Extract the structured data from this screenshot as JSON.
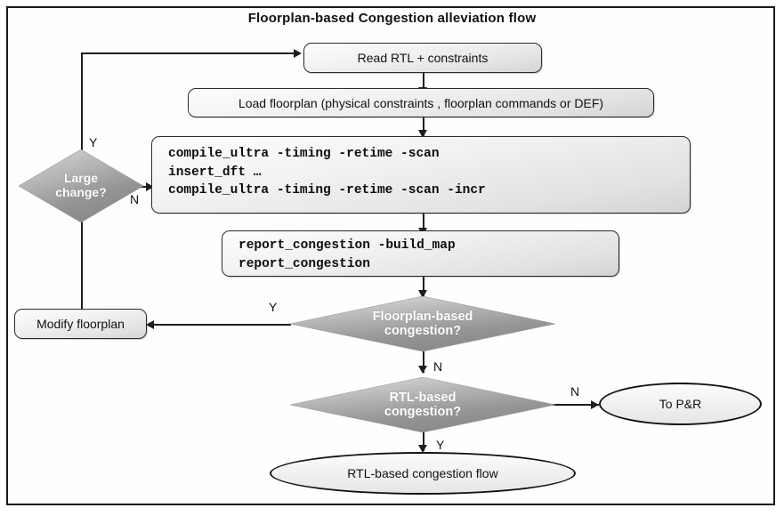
{
  "diagram": {
    "title": "Floorplan-based Congestion alleviation flow",
    "type": "flowchart",
    "frame": {
      "border_color": "#1a1a1a",
      "background": "#ffffff"
    },
    "palette": {
      "box_fill_light": "#fdfdfd",
      "box_fill_dark": "#d4d4d4",
      "box_border": "#2b2b2b",
      "diamond_fill_light": "#d8d8d8",
      "diamond_fill_dark": "#8d8d8d",
      "diamond_text": "#ffffff",
      "line_color": "#1d1d1d",
      "text_color": "#111111"
    },
    "nodes": {
      "read_rtl": {
        "shape": "rounded-rect",
        "label": "Read RTL + constraints"
      },
      "load_floorplan": {
        "shape": "rounded-rect",
        "label": "Load floorplan (physical constraints , floorplan commands or DEF)"
      },
      "compile_block": {
        "shape": "rounded-rect",
        "lines": [
          "compile_ultra -timing -retime -scan",
          "insert_dft …",
          "compile_ultra -timing -retime -scan -incr"
        ]
      },
      "report_block": {
        "shape": "rounded-rect",
        "lines": [
          "report_congestion -build_map",
          "report_congestion"
        ]
      },
      "large_change": {
        "shape": "diamond",
        "lines": [
          "Large",
          "change?"
        ]
      },
      "modify_floorplan": {
        "shape": "rounded-rect",
        "label": "Modify floorplan"
      },
      "floorplan_congestion": {
        "shape": "diamond",
        "lines": [
          "Floorplan-based",
          "congestion?"
        ]
      },
      "rtl_congestion": {
        "shape": "diamond",
        "lines": [
          "RTL-based",
          "congestion?"
        ]
      },
      "to_pnr": {
        "shape": "ellipse",
        "label": "To P&R"
      },
      "rtl_flow": {
        "shape": "ellipse",
        "label": "RTL-based congestion flow"
      }
    },
    "edge_labels": {
      "large_change_yes": "Y",
      "large_change_no": "N",
      "floorplan_congestion_yes": "Y",
      "floorplan_congestion_no": "N",
      "rtl_congestion_no": "N",
      "rtl_congestion_yes": "Y"
    }
  }
}
